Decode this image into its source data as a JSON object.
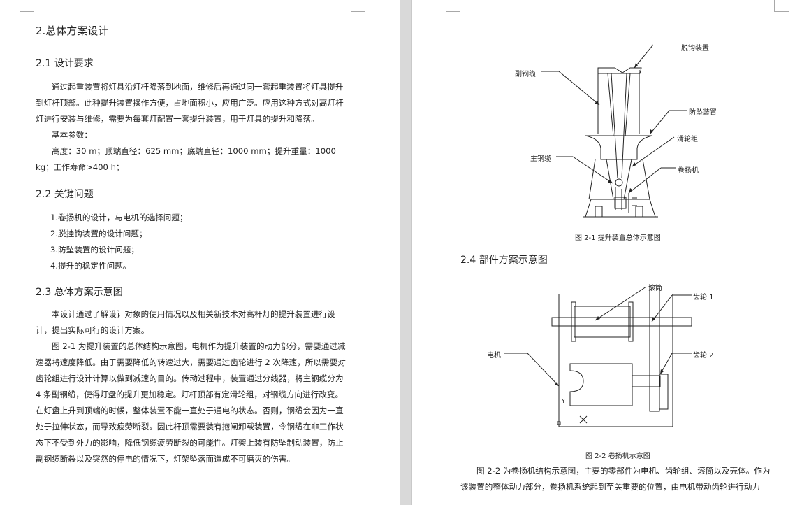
{
  "left": {
    "heading_main": "2.总体方案设计",
    "sec21": {
      "title": "2.1 设计要求",
      "p1": "通过起重装置将灯具沿灯杆降落到地面，维修后再通过同一套起重装置将灯具提升到灯杆顶部。此种提升装置操作方便，占地面积小，应用广泛。应用这种方式对高灯杆灯进行安装与维修，需要为每套灯配置一套提升装置，用于灯具的提升和降落。",
      "p2": "基本参数：",
      "p3": "高度：30 m；顶端直径：625 mm；底端直径：1000 mm；提升重量：1000 kg；工作寿命>400 h；"
    },
    "sec22": {
      "title": "2.2 关键问题",
      "items": [
        "1.卷扬机的设计，与电机的选择问题；",
        "2.脱挂钩装置的设计问题；",
        "3.防坠装置的设计问题；",
        "4.提升的稳定性问题。"
      ]
    },
    "sec23": {
      "title": "2.3 总体方案示意图",
      "p1": "本设计通过了解设计对象的使用情况以及相关新技术对高杆灯的提升装置进行设计，提出实际可行的设计方案。",
      "p2": "图 2-1 为提升装置的总体结构示意图，电机作为提升装置的动力部分，需要通过减速器将速度降低。由于需要降低的转速过大，需要通过齿轮进行 2 次降速，所以需要对齿轮组进行设计计算以做到减速的目的。传动过程中，装置通过分线器，将主钢缆分为 4 条副钢缆，使得灯盘的提升更加稳定。灯杆顶部有定滑轮组，对钢缆方向进行改变。在灯盘上升到顶端的时候，整体装置不能一直处于通电的状态。否则，钢缆会因为一直处于拉伸状态，而导致疲劳断裂。因此杆顶需要装有抱闸卸载装置，令钢缆在非工作状态下不受到外力的影响，降低钢缆疲劳断裂的可能性。灯架上装有防坠制动装置，防止副钢缆断裂以及突然的停电的情况下，灯架坠落而造成不可磨灭的伤害。"
    }
  },
  "right": {
    "fig1": {
      "labels": {
        "tuogou": "脱钩装置",
        "fugangl": "副钢缆",
        "fangzhui": "防坠装置",
        "hualun": "滑轮组",
        "zhugangl": "主钢缆",
        "juanyang": "卷扬机"
      },
      "caption": "图 2-1  提升装置总体示意图"
    },
    "sec24": {
      "title": "2.4 部件方案示意图"
    },
    "fig2": {
      "labels": {
        "juntong": "滚筒",
        "chilun1": "齿轮 1",
        "dianji": "电机",
        "chilun2": "齿轮 2",
        "axis_y": "Y"
      },
      "caption": "图 2-2  卷扬机示意图"
    },
    "para": "图 2-2 为卷扬机结构示意图，主要的零部件为电机、齿轮组、滚筒以及壳体。作为该装置的整体动力部分，卷扬机系统起到至关重要的位置，由电机带动齿轮进行动力"
  }
}
